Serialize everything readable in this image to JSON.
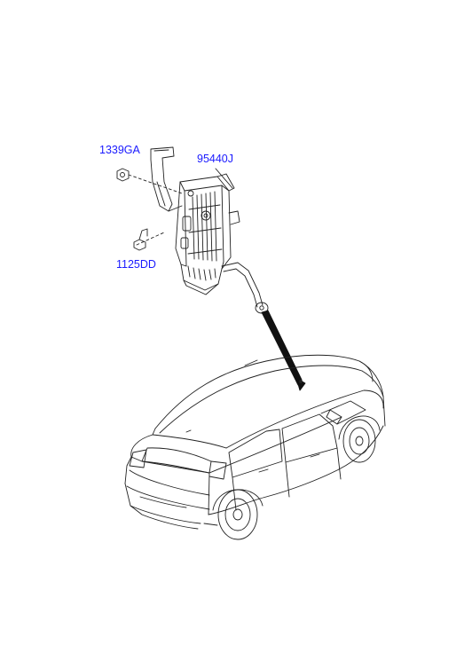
{
  "diagram": {
    "labels": {
      "part_1339GA": "1339GA",
      "part_95440J": "95440J",
      "part_1125DD": "1125DD"
    },
    "colors": {
      "label": "#1a1aff",
      "line": "#222222",
      "background": "#ffffff"
    }
  }
}
